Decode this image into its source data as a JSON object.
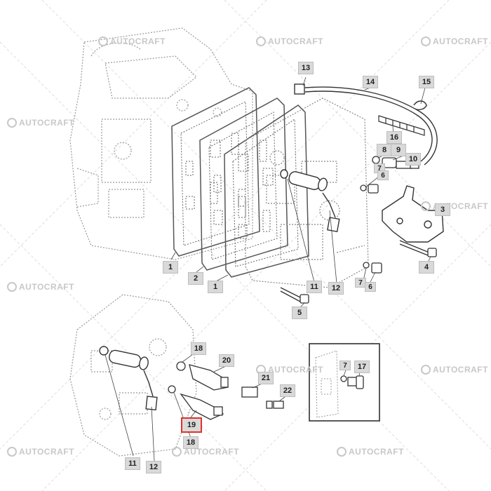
{
  "watermark": {
    "text": "AUTOCRAFT"
  },
  "callouts": [
    {
      "id": "c13",
      "label": "13"
    },
    {
      "id": "c14",
      "label": "14"
    },
    {
      "id": "c15",
      "label": "15"
    },
    {
      "id": "c16",
      "label": "16"
    },
    {
      "id": "c8",
      "label": "8"
    },
    {
      "id": "c9",
      "label": "9"
    },
    {
      "id": "c10",
      "label": "10"
    },
    {
      "id": "c7a",
      "label": "7"
    },
    {
      "id": "c6a",
      "label": "6"
    },
    {
      "id": "c3",
      "label": "3"
    },
    {
      "id": "c4",
      "label": "4"
    },
    {
      "id": "c1a",
      "label": "1"
    },
    {
      "id": "c2",
      "label": "2"
    },
    {
      "id": "c1b",
      "label": "1"
    },
    {
      "id": "c11a",
      "label": "11"
    },
    {
      "id": "c12a",
      "label": "12"
    },
    {
      "id": "c7b",
      "label": "7"
    },
    {
      "id": "c6b",
      "label": "6"
    },
    {
      "id": "c5",
      "label": "5"
    },
    {
      "id": "c18a",
      "label": "18"
    },
    {
      "id": "c20",
      "label": "20"
    },
    {
      "id": "c21",
      "label": "21"
    },
    {
      "id": "c22",
      "label": "22"
    },
    {
      "id": "c19",
      "label": "19"
    },
    {
      "id": "c18b",
      "label": "18"
    },
    {
      "id": "c11b",
      "label": "11"
    },
    {
      "id": "c12b",
      "label": "12"
    },
    {
      "id": "c7c",
      "label": "7"
    },
    {
      "id": "c17",
      "label": "17"
    }
  ],
  "highlighted_part": "19"
}
